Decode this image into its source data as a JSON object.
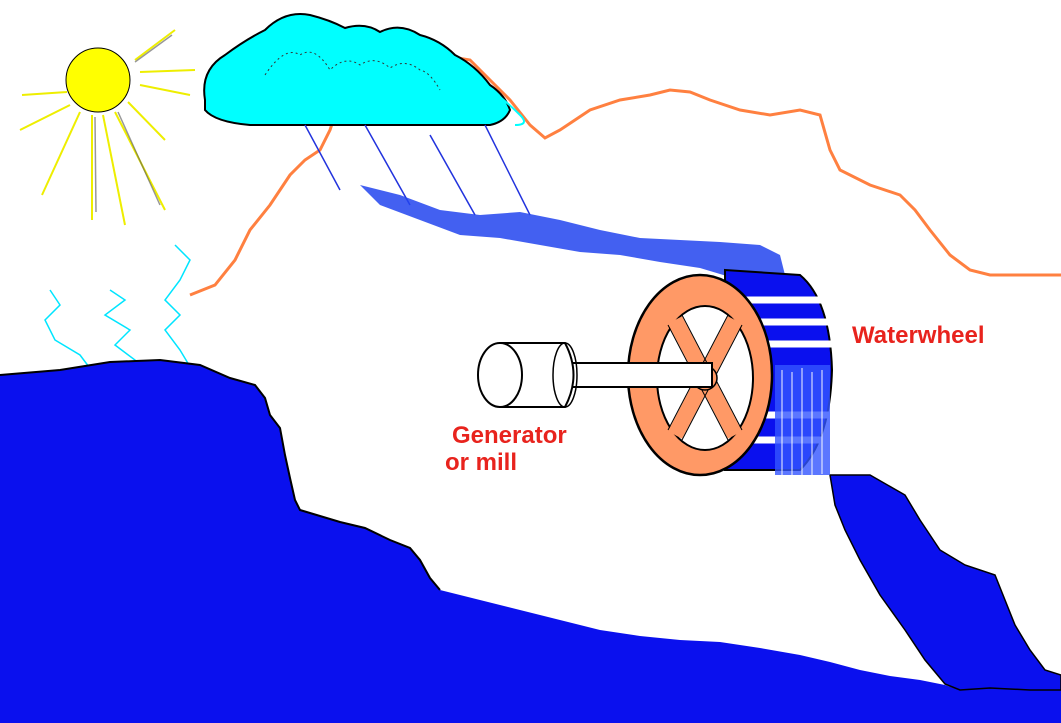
{
  "labels": {
    "waterwheel": "Waterwheel",
    "generator_line1": "Generator",
    "generator_line2": "or mill"
  },
  "colors": {
    "sun": "#ffff00",
    "sun_rays": "#eeee00",
    "cloud": "#00ffff",
    "ridge": "#ff8040",
    "water": "#0000ee",
    "water_light": "#3355ff",
    "lightning": "#00e5ff",
    "wheel": "#ff9966",
    "label": "#e8231d"
  }
}
